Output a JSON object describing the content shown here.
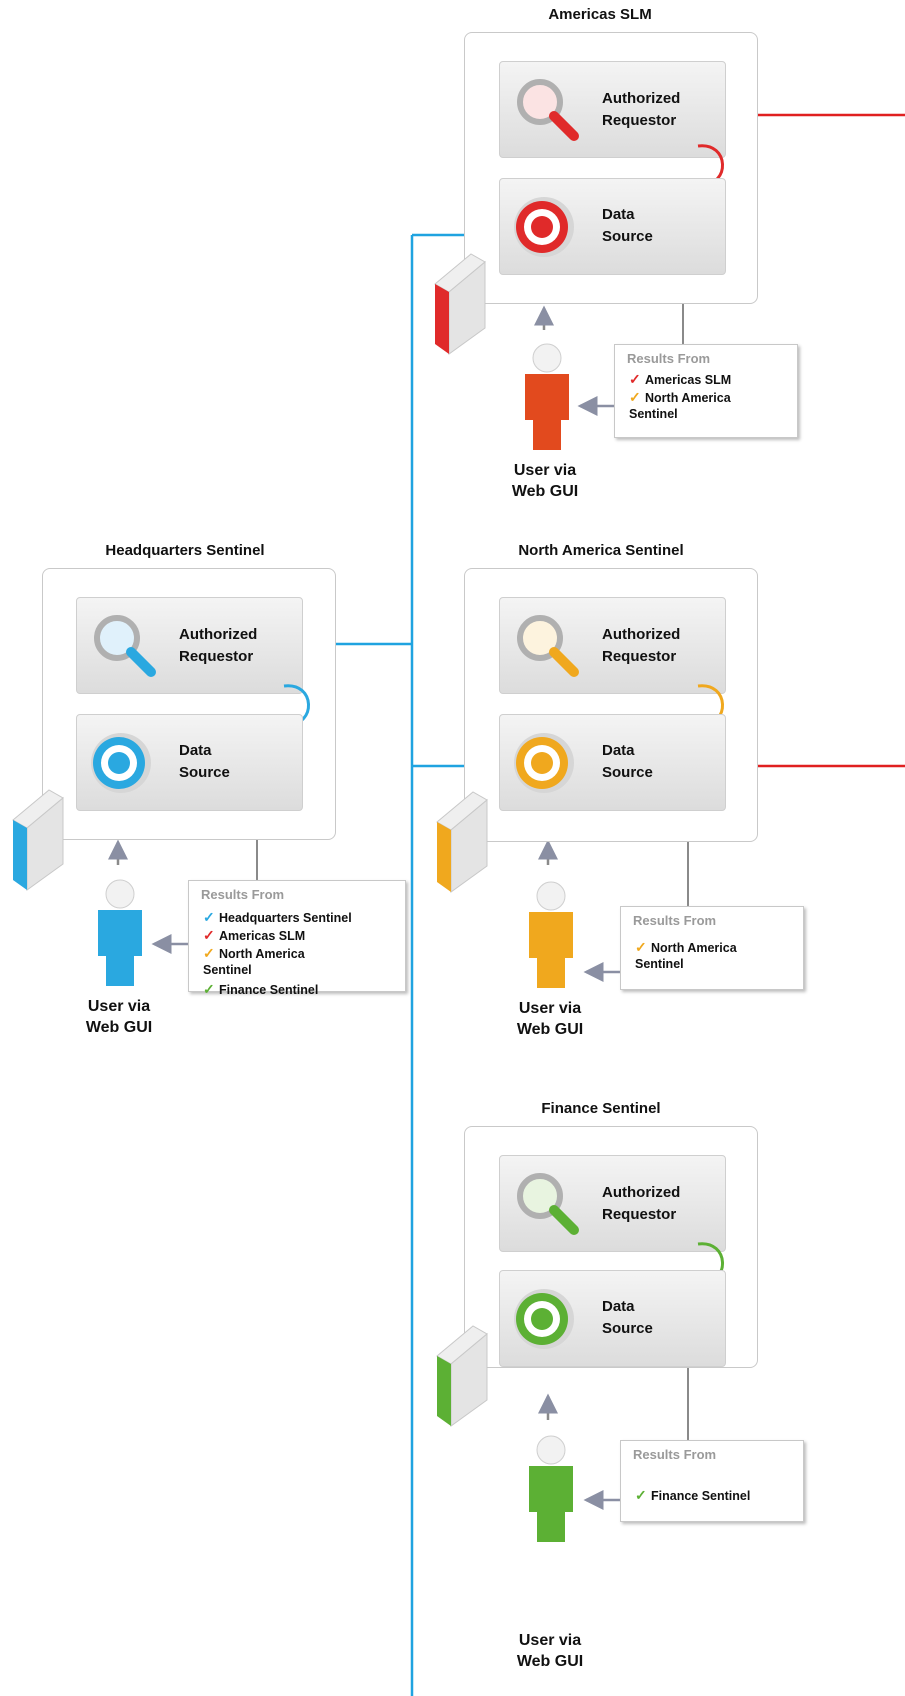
{
  "colors": {
    "hq": "#2aa8e0",
    "americas": "#e02a2a",
    "northamerica": "#f0a81e",
    "finance": "#5cb034",
    "link_blue": "#1fa3e0",
    "link_red": "#e02020",
    "gray_arrow": "#8a8fa3"
  },
  "sites": {
    "americas": {
      "title": "Americas SLM",
      "requestor_label": "Authorized\nRequestor",
      "datasource_label": "Data\nSource",
      "results_title": "Results From",
      "results": [
        "Americas SLM",
        "North America\nSentinel"
      ],
      "user_label": "User via\nWeb GUI"
    },
    "hq": {
      "title": "Headquarters Sentinel",
      "requestor_label": "Authorized\nRequestor",
      "datasource_label": "Data\nSource",
      "results_title": "Results From",
      "results": [
        "Headquarters Sentinel",
        "Americas SLM",
        "North America\nSentinel",
        "Finance Sentinel"
      ],
      "user_label": "User via\nWeb GUI"
    },
    "northamerica": {
      "title": "North America Sentinel",
      "requestor_label": "Authorized\nRequestor",
      "datasource_label": "Data\nSource",
      "results_title": "Results From",
      "results": [
        "North America\nSentinel"
      ],
      "user_label": "User via\nWeb GUI"
    },
    "finance": {
      "title": "Finance Sentinel",
      "requestor_label": "Authorized\nRequestor",
      "datasource_label": "Data\nSource",
      "results_title": "Results From",
      "results": [
        "Finance Sentinel"
      ],
      "user_label": "User via\nWeb GUI"
    }
  }
}
